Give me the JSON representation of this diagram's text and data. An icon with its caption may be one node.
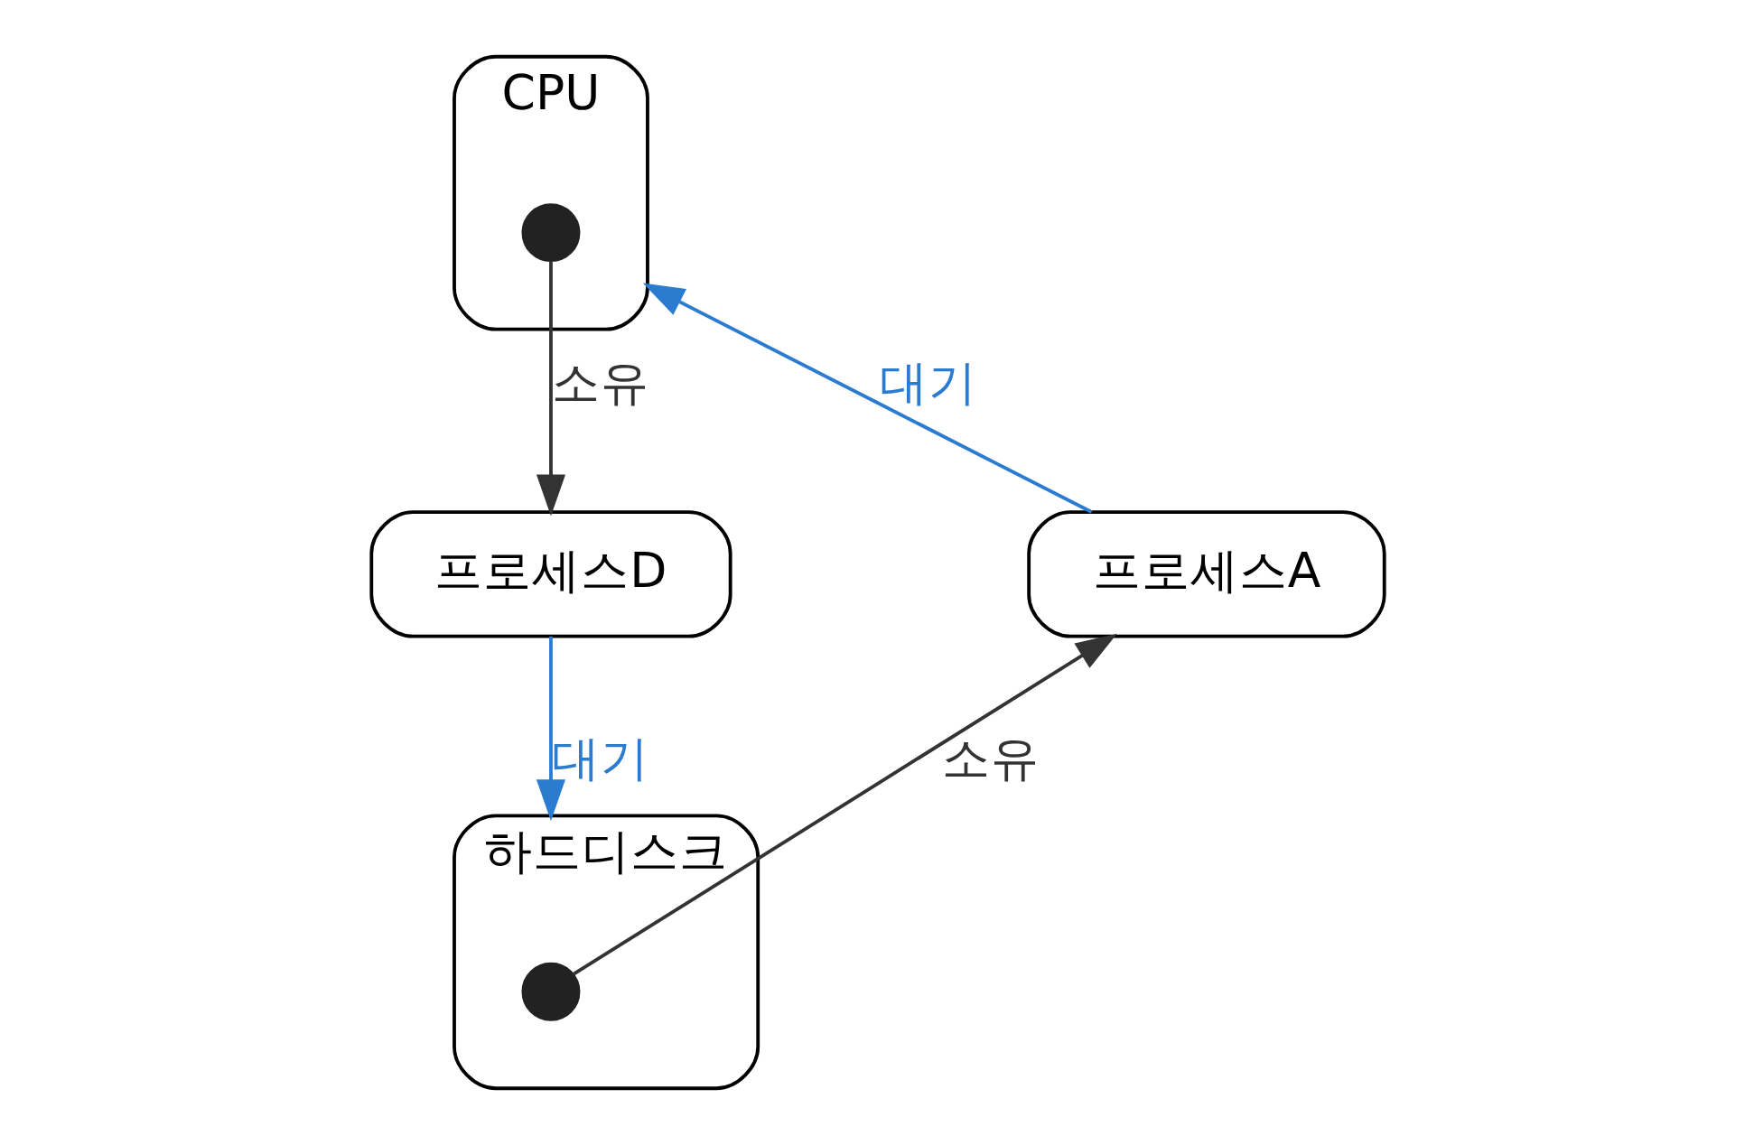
{
  "diagram": {
    "nodes": [
      {
        "text": [
          "CPU"
        ]
      },
      {
        "text": [],
        "shape": "circle",
        "in": 0
      },
      {
        "text": [
          "프로세스D"
        ]
      },
      {
        "text": [
          "하드디스크"
        ]
      },
      {
        "text": [],
        "shape": "circle",
        "in": 3
      },
      {
        "text": [
          "프로세스A"
        ]
      }
    ],
    "edges": [
      {
        "from": 5,
        "to": 0,
        "arrow": "to",
        "label": "대기",
        "color": "#2b7bd0"
      },
      {
        "from": 1,
        "to": 2,
        "arrow": "to",
        "label": "소유",
        "color": "#333333"
      },
      {
        "from": 2,
        "to": 3,
        "arrow": "to",
        "label": "대기",
        "color": "#2b7bd0"
      },
      {
        "from": 4,
        "to": 5,
        "arrow": "to",
        "label": "소유",
        "color": "#333333"
      }
    ]
  }
}
